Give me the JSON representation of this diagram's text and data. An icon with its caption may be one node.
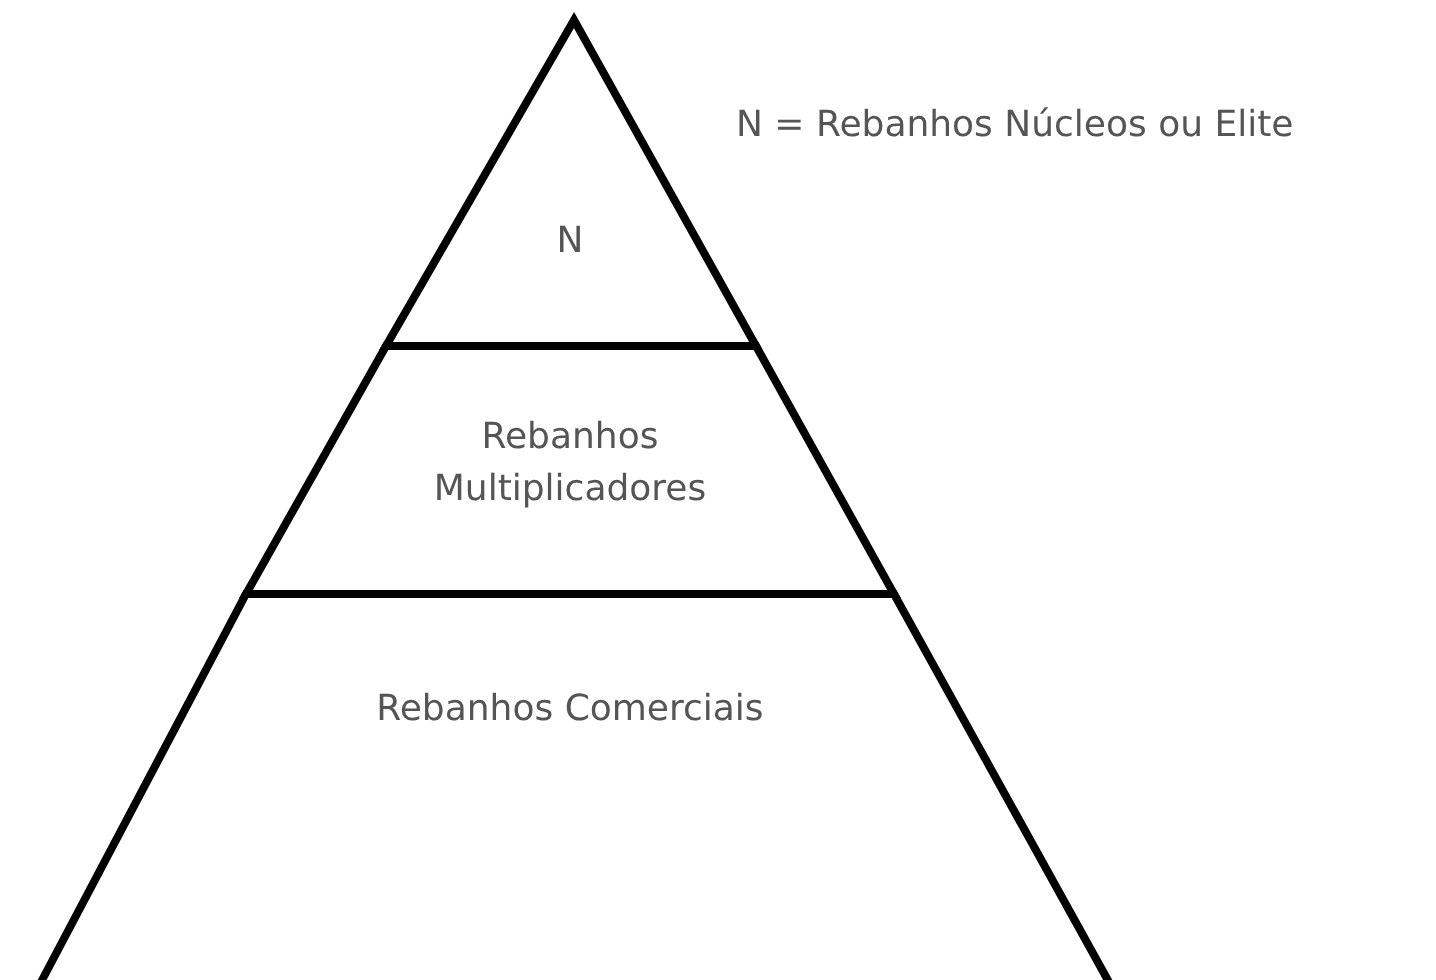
{
  "diagram": {
    "nodes": [
      {
        "text": [
          "N"
        ]
      },
      {
        "text": [
          "Rebanhos Multiplicadores"
        ]
      },
      {
        "text": [
          "Rebanhos Comerciais"
        ]
      }
    ],
    "labels": [
      "N = Rebanhos Núcleos ou Elite"
    ]
  }
}
